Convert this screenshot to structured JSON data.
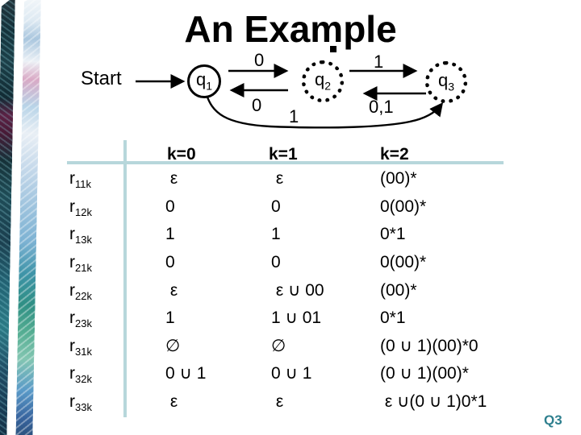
{
  "slide": {
    "title": "An Example",
    "tag": "Q3"
  },
  "colors": {
    "accent_teal": "#b7d7db",
    "tag_teal": "#2e7f8e",
    "ink": "#000000"
  },
  "diagram": {
    "start_label": "Start",
    "state_prefix": "q",
    "states": [
      {
        "sub": "1"
      },
      {
        "sub": "2"
      },
      {
        "sub": "3"
      }
    ],
    "edge_labels": {
      "q1_to_q2": "0",
      "q2_to_q1": "0",
      "q2_to_q3": "1",
      "q3_to_q2": "0,1",
      "q1_to_q3": "1"
    }
  },
  "table": {
    "row_prefix": "r",
    "headers": [
      "k=0",
      "k=1",
      "k=2"
    ],
    "rows": [
      {
        "sub": "11k",
        "cells": [
          " ε",
          " ε",
          "(00)*"
        ]
      },
      {
        "sub": "12k",
        "cells": [
          "0",
          "0",
          "0(00)*"
        ]
      },
      {
        "sub": "13k",
        "cells": [
          "1",
          "1",
          "0*1"
        ]
      },
      {
        "sub": "21k",
        "cells": [
          "0",
          "0",
          "0(00)*"
        ]
      },
      {
        "sub": "22k",
        "cells": [
          " ε",
          " ε ∪ 00",
          "(00)*"
        ]
      },
      {
        "sub": "23k",
        "cells": [
          "1",
          "1 ∪ 01",
          "0*1"
        ]
      },
      {
        "sub": "31k",
        "cells": [
          "∅",
          "∅",
          "(0 ∪ 1)(00)*0"
        ]
      },
      {
        "sub": "32k",
        "cells": [
          "0 ∪ 1",
          "0 ∪ 1",
          "(0 ∪ 1)(00)*"
        ]
      },
      {
        "sub": "33k",
        "cells": [
          " ε",
          " ε",
          " ε ∪(0 ∪ 1)0*1"
        ]
      }
    ]
  }
}
